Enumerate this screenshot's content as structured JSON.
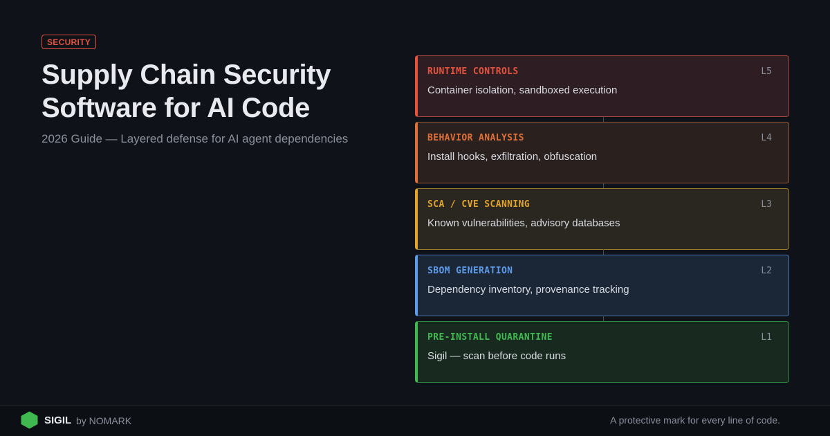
{
  "badge": {
    "label": "SECURITY",
    "color": "#e5533d"
  },
  "header": {
    "title": "Supply Chain Security Software for AI Code",
    "subtitle": "2026 Guide — Layered defense for AI agent dependencies"
  },
  "layers": [
    {
      "name": "RUNTIME CONTROLS",
      "description": "Container isolation, sandboxed execution",
      "level": "L5",
      "accent": "#e5533d",
      "background": "#2e1e24",
      "border": "#a3453c"
    },
    {
      "name": "BEHAVIOR ANALYSIS",
      "description": "Install hooks, exfiltration, obfuscation",
      "level": "L4",
      "accent": "#e0703a",
      "background": "#2a211f",
      "border": "#9a5a34"
    },
    {
      "name": "SCA / CVE SCANNING",
      "description": "Known vulnerabilities, advisory databases",
      "level": "L3",
      "accent": "#e2a42b",
      "background": "#2a2620",
      "border": "#9c7c2a"
    },
    {
      "name": "SBOM GENERATION",
      "description": "Dependency inventory, provenance tracking",
      "level": "L2",
      "accent": "#5e9be8",
      "background": "#1b2637",
      "border": "#4a78b4"
    },
    {
      "name": "PRE-INSTALL QUARANTINE",
      "description": "Sigil — scan before code runs",
      "level": "L1",
      "accent": "#3fb950",
      "background": "#182a1f",
      "border": "#2f8a3f"
    }
  ],
  "footer": {
    "logo_icon": "hexagon-icon",
    "logo_color": "#3fb950",
    "brand": "SIGIL",
    "byline": "by NOMARK",
    "tagline": "A protective mark for every line of code."
  }
}
